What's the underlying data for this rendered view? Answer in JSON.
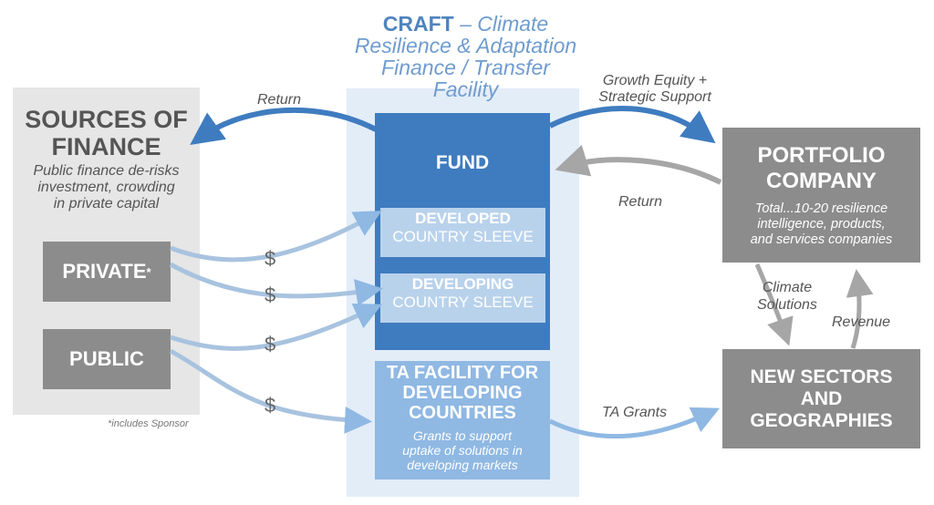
{
  "craft": {
    "name": "CRAFT",
    "dash": " – ",
    "line1": "Climate",
    "line2": "Resilience & Adaptation",
    "line3": "Finance / Transfer Facility"
  },
  "sources": {
    "title_line1": "SOURCES OF",
    "title_line2": "FINANCE",
    "sub_line1": "Public finance de-risks",
    "sub_line2": "investment, crowding",
    "sub_line3": "in private capital",
    "private": "PRIVATE",
    "private_mark": "*",
    "public": "PUBLIC",
    "note": "*includes Sponsor"
  },
  "fund": {
    "label": "FUND",
    "sleeve1_line1": "DEVELOPED",
    "sleeve1_line2": "COUNTRY SLEEVE",
    "sleeve2_line1": "DEVELOPING",
    "sleeve2_line2": "COUNTRY SLEEVE"
  },
  "ta": {
    "line1": "TA FACILITY FOR",
    "line2": "DEVELOPING",
    "line3": "COUNTRIES",
    "sub1": "Grants to support",
    "sub2": "uptake of solutions in",
    "sub3": "developing markets"
  },
  "portfolio": {
    "line1": "PORTFOLIO",
    "line2": "COMPANY",
    "sub1": "Total...10-20 resilience",
    "sub2": "intelligence, products,",
    "sub3": "and services companies"
  },
  "new_sectors": {
    "line1": "NEW SECTORS",
    "line2": "AND",
    "line3": "GEOGRAPHIES"
  },
  "labels": {
    "return_left": "Return",
    "growth_line1": "Growth Equity +",
    "growth_line2": "Strategic Support",
    "return_right": "Return",
    "climate_line1": "Climate",
    "climate_line2": "Solutions",
    "revenue": "Revenue",
    "ta_grants": "TA Grants",
    "dollar": "$"
  },
  "colors": {
    "blue_dark": "#3f7cbf",
    "blue_mid": "#8fb8e3",
    "blue_light": "#b9d2ec",
    "craft_bg": "#e3edf8",
    "gray_box": "#8c8c8c",
    "gray_bg": "#e6e6e6"
  }
}
